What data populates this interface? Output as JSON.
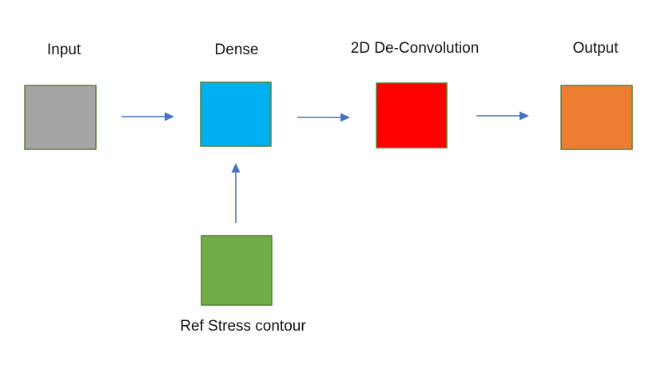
{
  "nodes": {
    "input": {
      "label": "Input",
      "color": "#a5a5a5"
    },
    "dense": {
      "label": "Dense",
      "color": "#00b0f0"
    },
    "deconv": {
      "label": "2D De-Convolution",
      "color": "#ff0000"
    },
    "output": {
      "label": "Output",
      "color": "#ed7d31"
    },
    "ref": {
      "label": "Ref Stress contour",
      "color": "#70ad47"
    }
  },
  "colors": {
    "box_border": "#548235",
    "arrow": "#4472c4",
    "text": "#111111"
  }
}
